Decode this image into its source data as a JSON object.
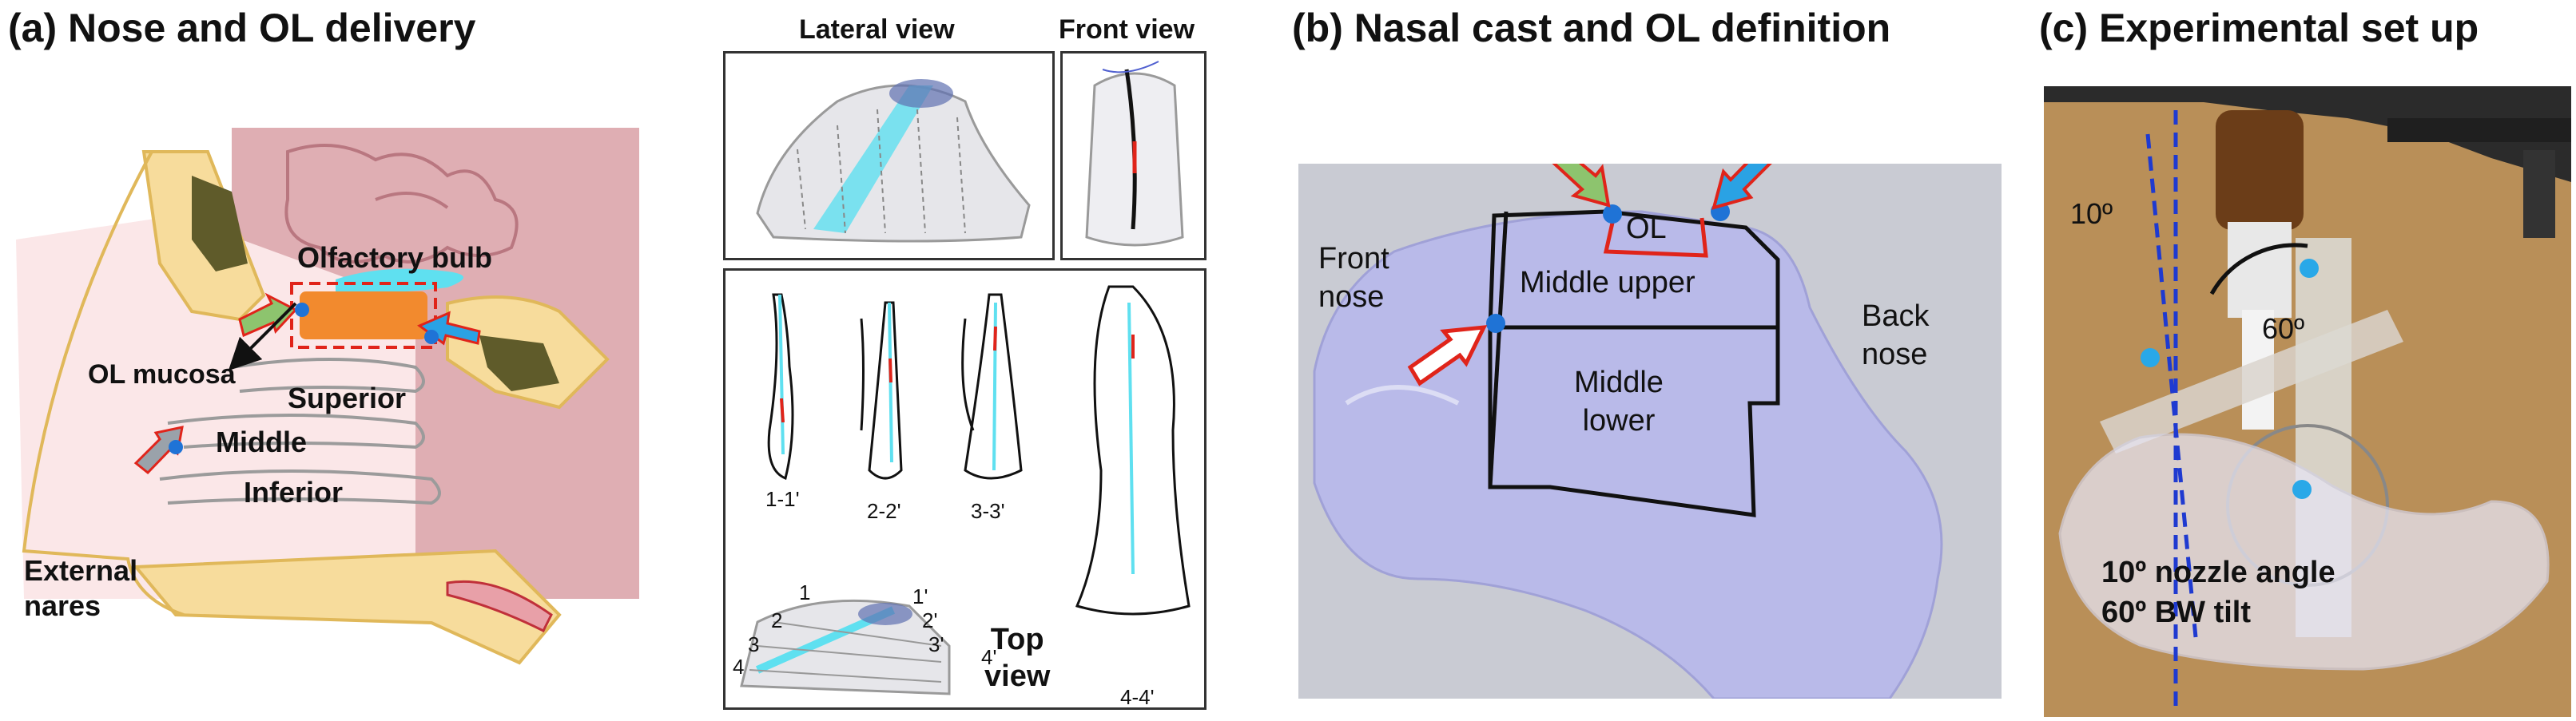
{
  "panel_a": {
    "title": "(a) Nose and OL delivery",
    "labels": {
      "olfactory_bulb": "Olfactory bulb",
      "ol_mucosa": "OL mucosa",
      "superior": "Superior",
      "middle": "Middle",
      "inferior": "Inferior",
      "external_nares": "External\nnares"
    },
    "views": {
      "lateral": "Lateral view",
      "front": "Front view",
      "top": "Top\nview"
    },
    "sections": [
      "1-1'",
      "2-2'",
      "3-3'",
      "4-4'"
    ],
    "top_markers": [
      "1",
      "1'",
      "2",
      "2'",
      "3",
      "3'",
      "4",
      "4'"
    ]
  },
  "panel_b": {
    "title": "(b) Nasal cast and OL definition",
    "regions": {
      "ol": "OL",
      "middle_upper": "Middle upper",
      "front_nose": "Front\nnose",
      "back_nose": "Back\nnose",
      "middle_lower": "Middle\nlower"
    }
  },
  "panel_c": {
    "title": "(c) Experimental set up",
    "angle_10": "10º",
    "angle_60": "60º",
    "caption_line1": "10º nozzle angle",
    "caption_line2": "60º BW tilt"
  },
  "colors": {
    "brain": "#d9a0a6",
    "skin": "#fbe7e8",
    "bone": "#f7dc9c",
    "mucosa_orange": "#f28a2e",
    "cyan": "#5fe0f0",
    "dot_blue": "#1f73d6",
    "red": "#e0241a",
    "arrow_green": "#8dc46e",
    "arrow_blue": "#2aa2e4",
    "arrow_gray": "#9aa2aa",
    "cardboard": "#b98f58"
  }
}
